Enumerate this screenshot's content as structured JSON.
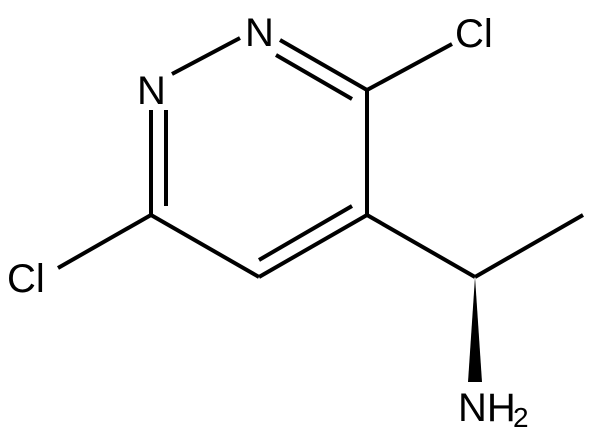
{
  "molecule": {
    "atoms": {
      "n1": "N",
      "n2": "N",
      "cl_top": "Cl",
      "cl_left": "Cl",
      "amine": "NH",
      "amine_subscript": "2"
    }
  },
  "colors": {
    "bond": "#000000",
    "label": "#000000",
    "background": "#ffffff"
  }
}
